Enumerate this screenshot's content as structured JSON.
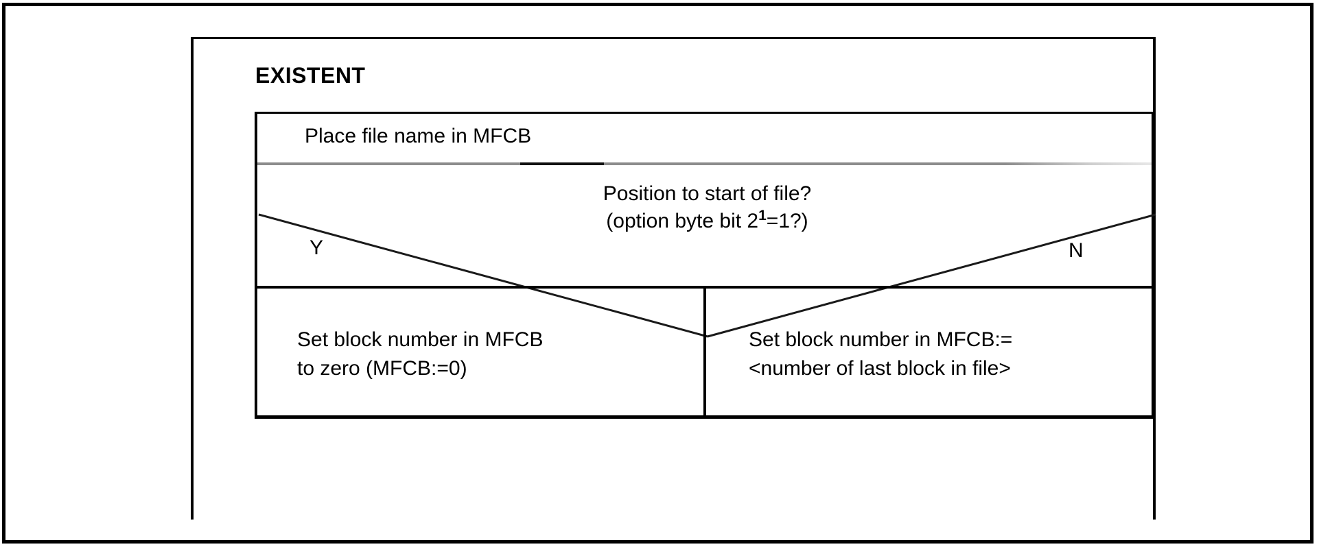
{
  "diagram": {
    "type": "nassi-shneiderman-structogram",
    "panel": {
      "title": "EXISTENT"
    },
    "rows": [
      {
        "kind": "process",
        "text": "Place file name in MFCB"
      },
      {
        "kind": "condition",
        "question_line1": "Position to start of file?",
        "question_line2_prefix": "(option byte bit 2",
        "question_line2_superscript": "1",
        "question_line2_suffix": "=1?)",
        "branch_true_label": "Y",
        "branch_false_label": "N"
      },
      {
        "kind": "actions",
        "action_true": "Set block number in MFCB\nto zero (MFCB:=0)",
        "action_false": "Set block number in MFCB:=\n<number of last block in file>"
      }
    ],
    "colors": {
      "ink": "#000000",
      "background": "#ffffff",
      "faded_rule": "#8c8c8c",
      "dark_rule_segment": "#111111"
    }
  }
}
